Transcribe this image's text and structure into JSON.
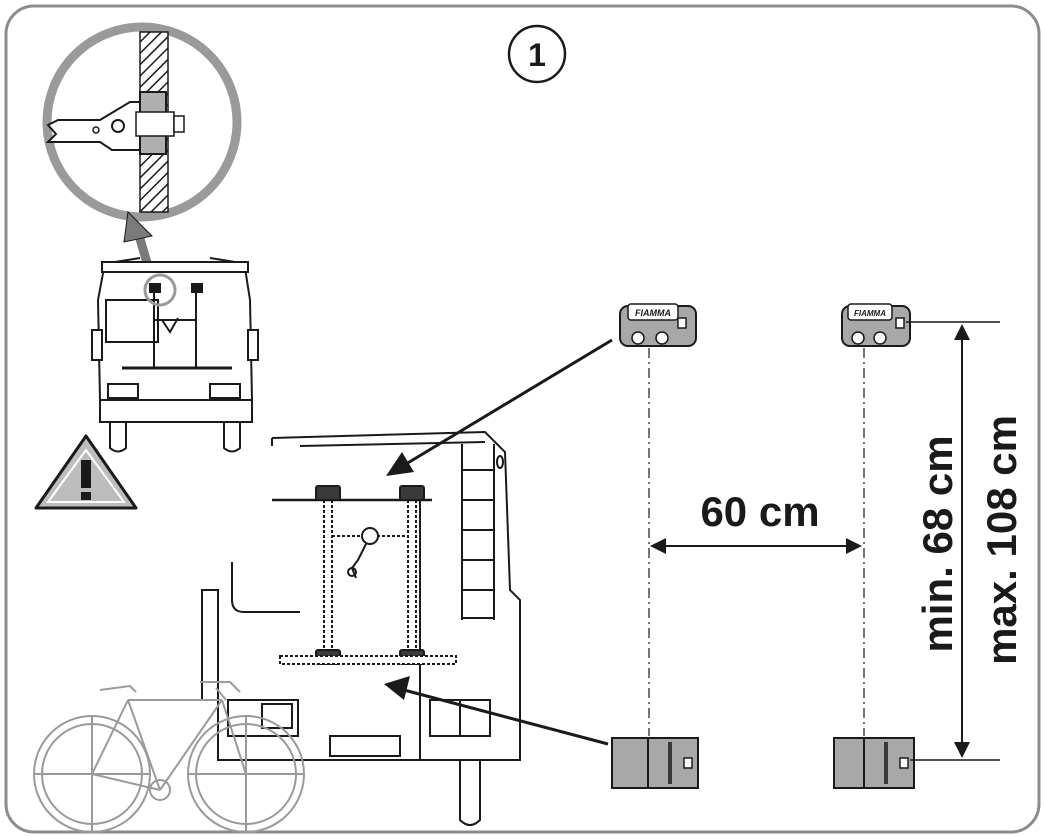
{
  "step_number": "1",
  "dimensions": {
    "horizontal": "60 cm",
    "vertical_min": "min. 68 cm",
    "vertical_max": "max. 108 cm"
  },
  "bracket_brand": "FIAMMA",
  "icons": {
    "warning": "warning-triangle-icon",
    "detail": "magnifier-detail-icon"
  },
  "colors": {
    "frame": "#8c8c8c",
    "line": "#1a1a1a",
    "bracket_grey": "#a8a8a8",
    "bracket_dark": "#3a3a3a",
    "warning_fill": "#bdbdbd"
  }
}
